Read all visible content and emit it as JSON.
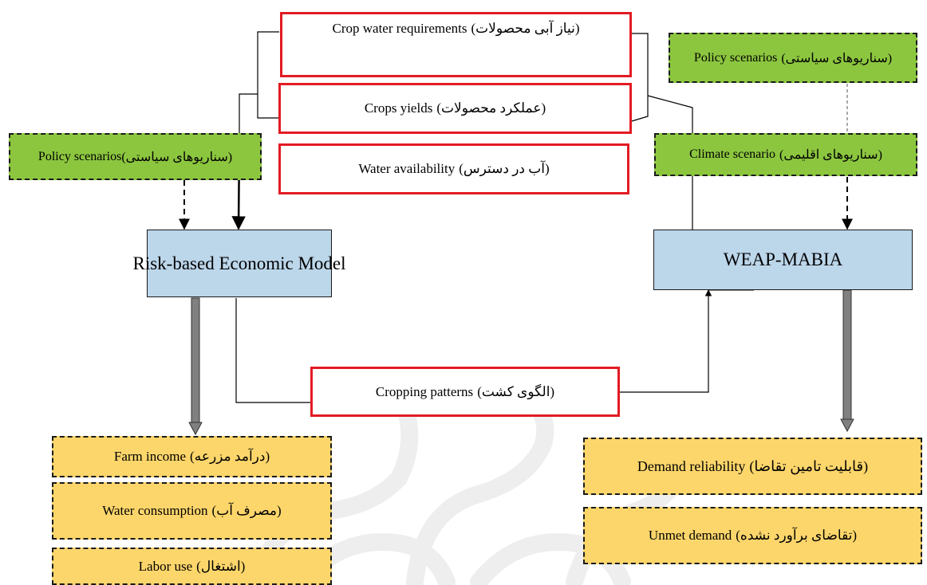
{
  "colors": {
    "red_border": "#e31b23",
    "green_fill": "#8cc63f",
    "blue_fill": "#bcd6ea",
    "yellow_fill": "#fdd66b",
    "arrow_grey": "#808080"
  },
  "inputs": {
    "crop_water": {
      "en": "Crop water requirements",
      "fa": "(نیاز آبی محصولات)"
    },
    "crops_yields": {
      "en": "Crops yields",
      "fa": "(عملکرد محصولات)"
    },
    "water_availability": {
      "en": "Water availability",
      "fa": "(آب در دسترس)"
    }
  },
  "scenarios": {
    "policy_left": {
      "en": "Policy scenarios",
      "fa": "(سناریوهای سیاستی)"
    },
    "policy_right": {
      "en": "Policy scenarios",
      "fa": "(سناریوهای سیاستی)"
    },
    "climate": {
      "en": "Climate scenario",
      "fa": "(سناریوهای اقلیمی)"
    }
  },
  "models": {
    "economic": "Risk-based Economic Model",
    "weap": "WEAP-MABIA"
  },
  "link": {
    "cropping_patterns": {
      "en": "Cropping patterns",
      "fa": "(الگوی کشت)"
    }
  },
  "outputs_left": {
    "farm_income": {
      "en": "Farm income",
      "fa": "(درآمد مزرعه)"
    },
    "water_consumption": {
      "en": "Water consumption",
      "fa": "(مصرف آب)"
    },
    "labor_use": {
      "en": "Labor use",
      "fa": "(اشتغال)"
    }
  },
  "outputs_right": {
    "demand_reliability": {
      "en": "Demand reliability",
      "fa": "(قابلیت تامین تقاضا)"
    },
    "unmet_demand": {
      "en": "Unmet demand",
      "fa": "(تقاضای برآورد نشده)"
    }
  }
}
